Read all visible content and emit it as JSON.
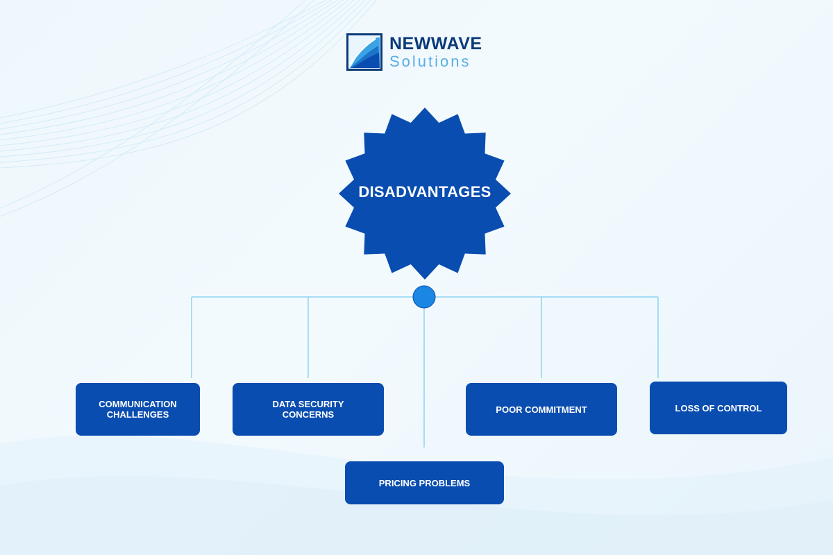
{
  "brand": {
    "name": "NEWWAVE",
    "tagline": "Solutions"
  },
  "central": {
    "title": "DISADVANTAGES"
  },
  "items": [
    {
      "label": "COMMUNICATION CHALLENGES"
    },
    {
      "label": "DATA SECURITY CONCERNS"
    },
    {
      "label": "PRICING PROBLEMS"
    },
    {
      "label": "POOR COMMITMENT"
    },
    {
      "label": "LOSS OF CONTROL"
    }
  ],
  "colors": {
    "primary": "#0a4db0",
    "hub": "#1b86e4",
    "connector": "#8fd3f1",
    "brand_text": "#0a3a78",
    "tagline_text": "#5aaee3"
  }
}
